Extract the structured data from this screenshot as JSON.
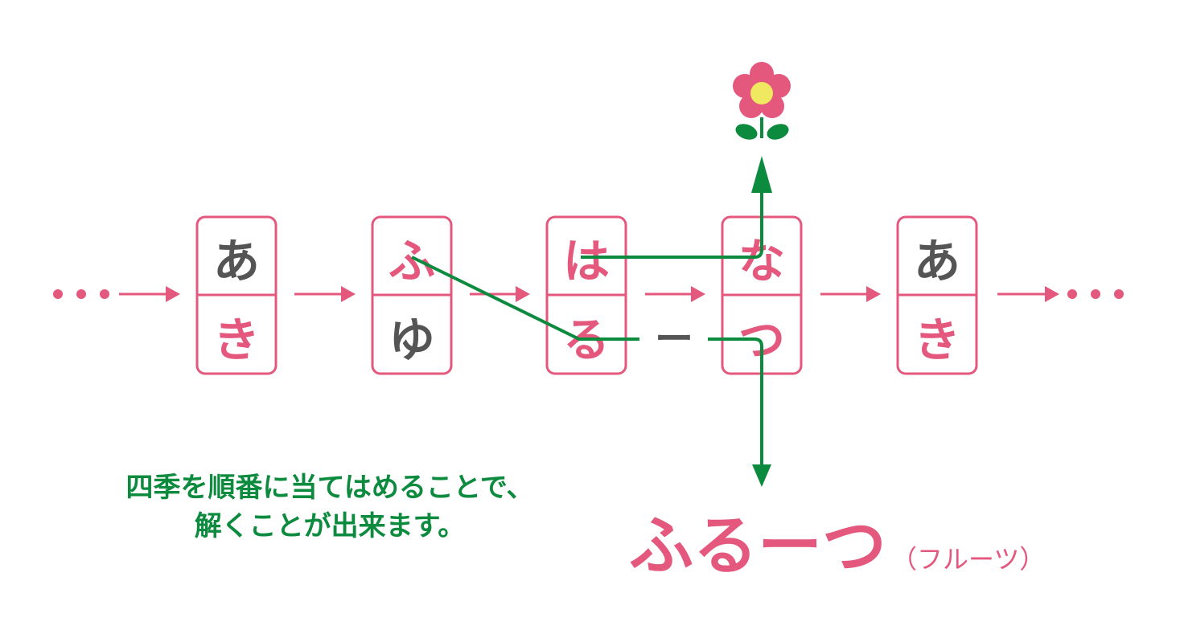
{
  "cards": [
    {
      "top": "あ",
      "top_color": "gray",
      "bottom": "き",
      "bottom_color": "pink"
    },
    {
      "top": "ふ",
      "top_color": "pink",
      "bottom": "ゆ",
      "bottom_color": "gray"
    },
    {
      "top": "は",
      "top_color": "pink",
      "bottom": "る",
      "bottom_color": "pink"
    },
    {
      "top": "な",
      "top_color": "pink",
      "bottom": "つ",
      "bottom_color": "pink"
    },
    {
      "top": "あ",
      "top_color": "gray",
      "bottom": "き",
      "bottom_color": "pink"
    }
  ],
  "long_vowel_mark": "ー",
  "caption": {
    "line1": "四季を順番に当てはめることで、",
    "line2": "解くことが出来ます。"
  },
  "answer": {
    "text": "ふるーつ",
    "reading": "（フルーツ）"
  },
  "icons": [
    "flower-icon"
  ],
  "colors": {
    "pink": "#e4587e",
    "green": "#0c8a3e",
    "gray": "#555555",
    "flower_center": "#f0e860"
  }
}
